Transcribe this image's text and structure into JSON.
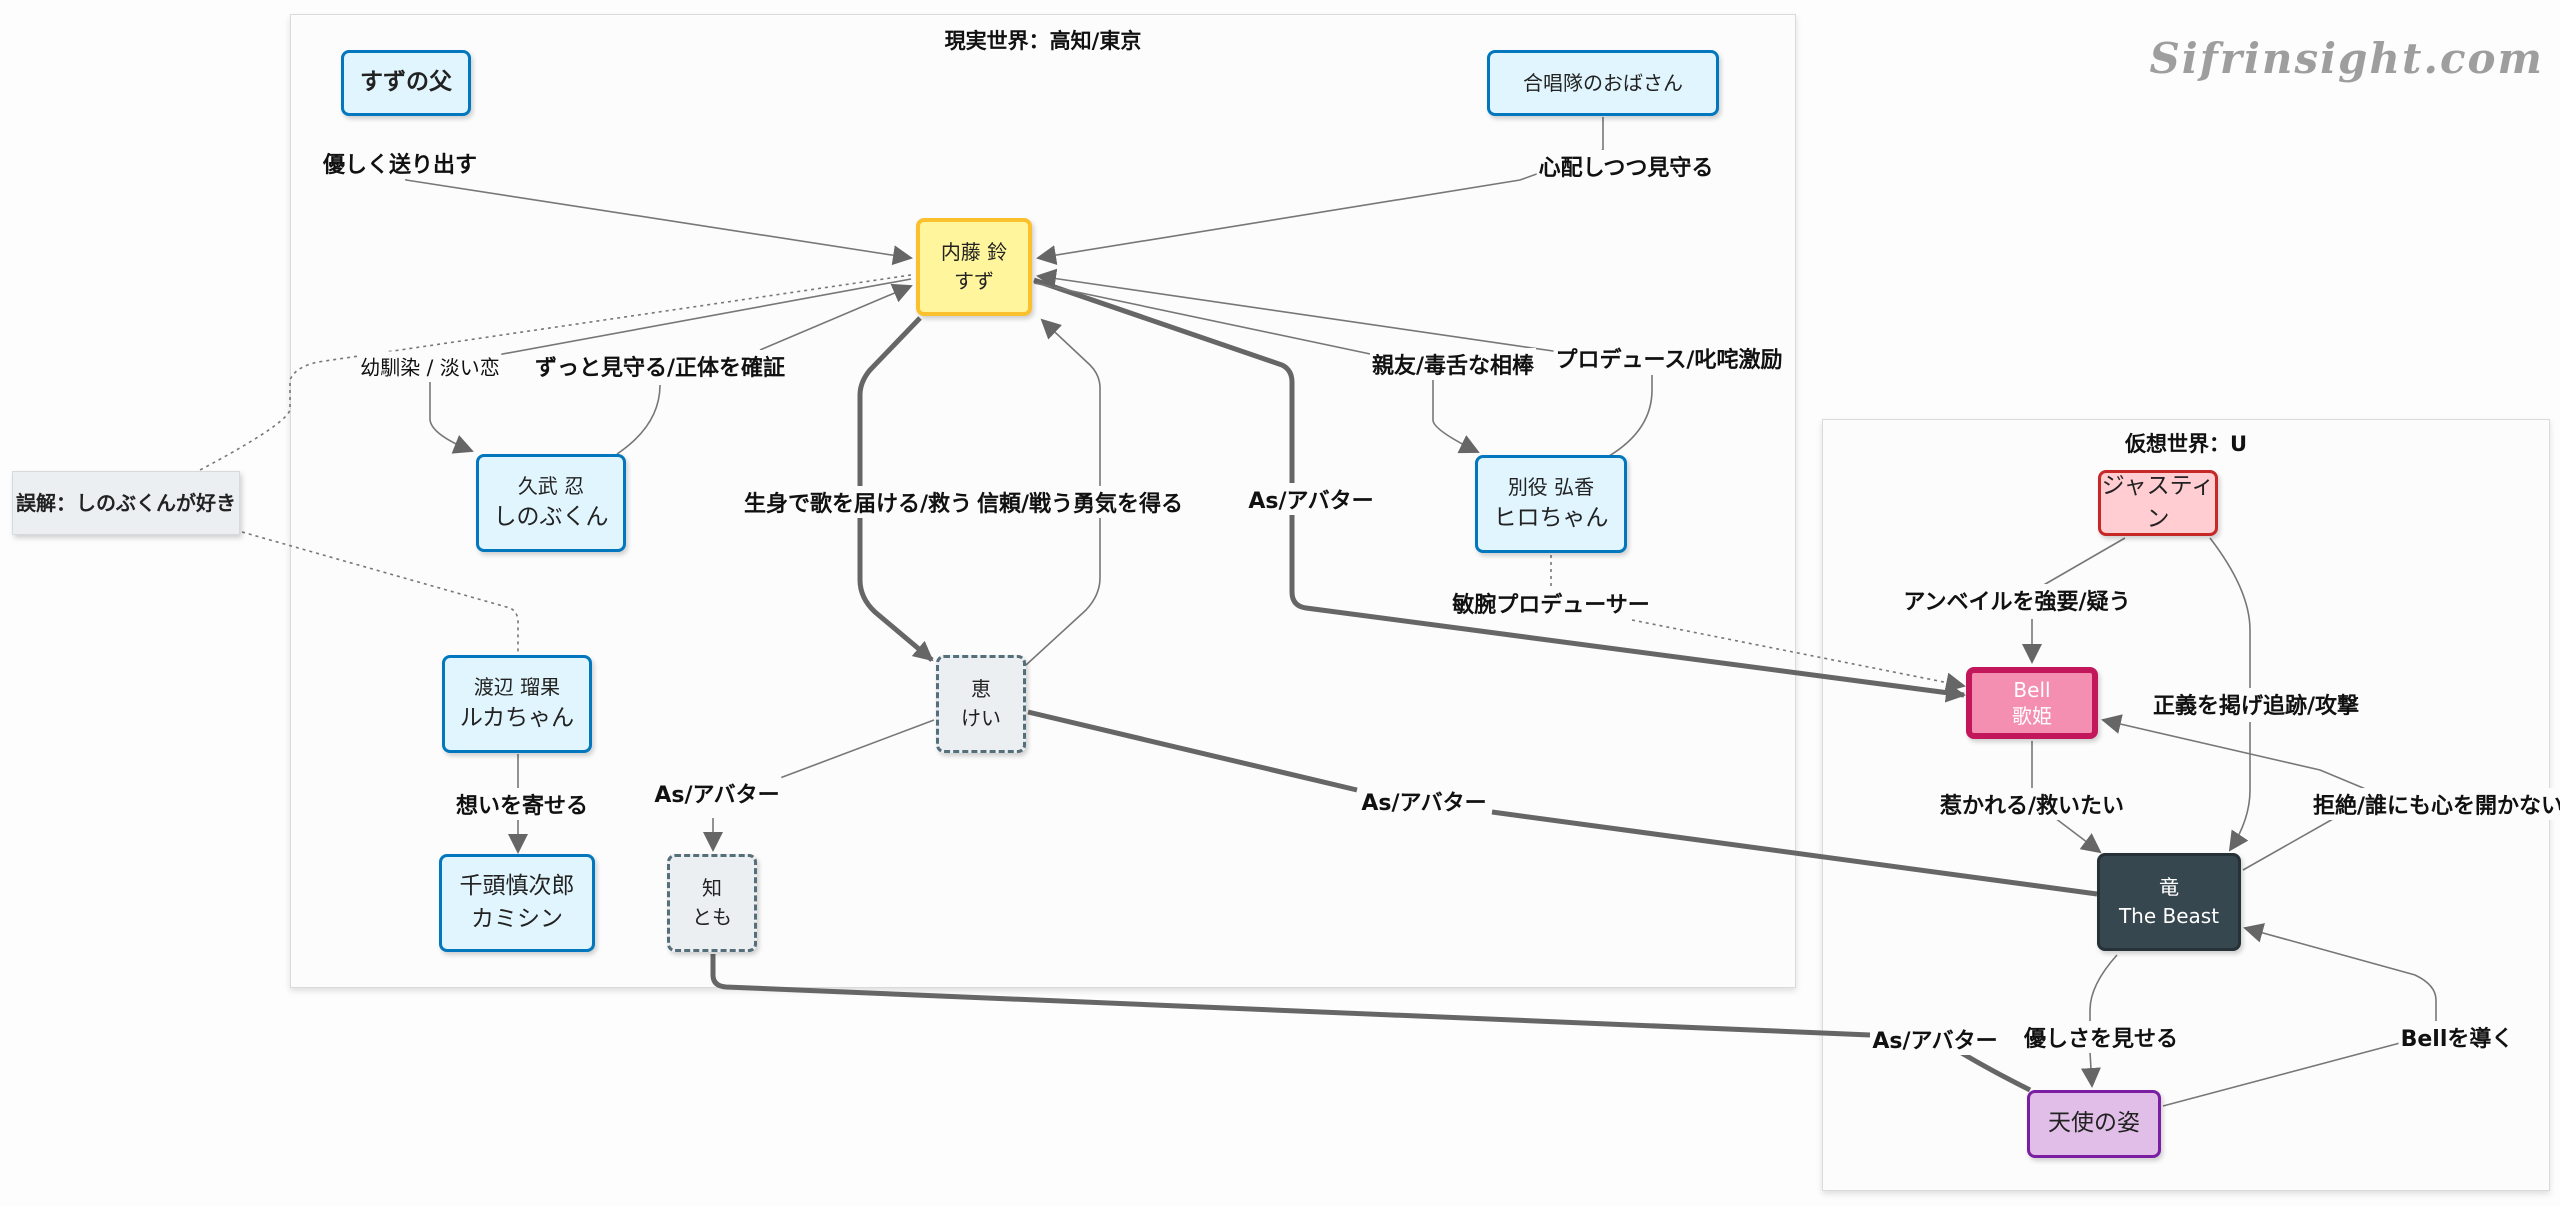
{
  "logo": "Sifrinsight.com",
  "clusters": {
    "real": {
      "title": "現実世界：高知/東京"
    },
    "virtual": {
      "title": "仮想世界：U"
    }
  },
  "nodes": {
    "suzu": {
      "line1": "内藤 鈴",
      "line2": "すず",
      "style": "main-character",
      "color": "#fff59d"
    },
    "father": {
      "line1": "すずの父",
      "style": "family",
      "color": "#e1f5fe"
    },
    "choir": {
      "line1": "合唱隊のおばさん",
      "style": "supporting",
      "color": "#e1f5fe"
    },
    "shinobu": {
      "line1": "久武 忍",
      "line2": "しのぶくん",
      "style": "supporting",
      "color": "#e1f5fe"
    },
    "hiro": {
      "line1": "別役 弘香",
      "line2": "ヒロちゃん",
      "style": "supporting",
      "color": "#e1f5fe"
    },
    "ruka": {
      "line1": "渡辺 瑠果",
      "line2": "ルカちゃん",
      "style": "supporting",
      "color": "#e1f5fe"
    },
    "kamishin": {
      "line1": "千頭慎次郎",
      "line2": "カミシン",
      "style": "supporting",
      "color": "#e1f5fe"
    },
    "kei": {
      "line1": "恵",
      "line2": "けい",
      "style": "dashed",
      "color": "#eceff1"
    },
    "tomo": {
      "line1": "知",
      "line2": "とも",
      "style": "dashed",
      "color": "#eceff1"
    },
    "misunderstanding": {
      "line1": "誤解：しのぶくんが好き",
      "style": "note",
      "color": "#eceff1"
    },
    "justin": {
      "line1": "ジャスティン",
      "style": "antagonist",
      "color": "#ffcdd2"
    },
    "bell": {
      "line1": "Bell",
      "line2": "歌姫",
      "style": "avatar-main",
      "color": "#f48fb1"
    },
    "beast": {
      "line1": "竜",
      "line2": "The Beast",
      "style": "avatar-dark",
      "color": "#37474f"
    },
    "angel": {
      "line1": "天使の姿",
      "style": "avatar",
      "color": "#e1bee7"
    }
  },
  "edges": [
    {
      "id": "father-suzu",
      "from": "father",
      "to": "suzu",
      "label": "優しく送り出す",
      "style": "normal"
    },
    {
      "id": "choir-suzu",
      "from": "choir",
      "to": "suzu",
      "label": "心配しつつ見守る",
      "style": "normal"
    },
    {
      "id": "suzu-shinobu",
      "from": "suzu",
      "to": "shinobu",
      "label": "幼馴染 / 淡い恋",
      "style": "normal"
    },
    {
      "id": "shinobu-suzu",
      "from": "shinobu",
      "to": "suzu",
      "label": "ずっと見守る/正体を確証",
      "style": "normal"
    },
    {
      "id": "suzu-misunderstanding",
      "from": "suzu",
      "to": "misunderstanding",
      "label": "",
      "style": "dotted"
    },
    {
      "id": "misunderstanding-ruka",
      "from": "misunderstanding",
      "to": "ruka",
      "label": "",
      "style": "dotted"
    },
    {
      "id": "suzu-kei",
      "from": "suzu",
      "to": "kei",
      "label": "生身で歌を届ける/救う",
      "style": "thick"
    },
    {
      "id": "kei-suzu",
      "from": "kei",
      "to": "suzu",
      "label": "信頼/戦う勇気を得る",
      "style": "normal"
    },
    {
      "id": "suzu-bell",
      "from": "suzu",
      "to": "bell",
      "label": "As/アバター",
      "style": "thick"
    },
    {
      "id": "suzu-hiro",
      "from": "suzu",
      "to": "hiro",
      "label": "親友/毒舌な相棒",
      "style": "normal"
    },
    {
      "id": "hiro-suzu",
      "from": "hiro",
      "to": "suzu",
      "label": "プロデュース/叱咤激励",
      "style": "normal"
    },
    {
      "id": "hiro-bell",
      "from": "hiro",
      "to": "bell",
      "label": "敏腕プロデューサー",
      "style": "dotted"
    },
    {
      "id": "ruka-kamishin",
      "from": "ruka",
      "to": "kamishin",
      "label": "想いを寄せる",
      "style": "normal"
    },
    {
      "id": "kei-tomo",
      "from": "kei",
      "to": "tomo",
      "label": "As/アバター",
      "style": "normal"
    },
    {
      "id": "kei-beast",
      "from": "kei",
      "to": "beast",
      "label": "As/アバター",
      "style": "thick"
    },
    {
      "id": "tomo-angel",
      "from": "tomo",
      "to": "angel",
      "label": "As/アバター",
      "style": "thick"
    },
    {
      "id": "justin-bell",
      "from": "justin",
      "to": "bell",
      "label": "アンベイルを強要/疑う",
      "style": "normal"
    },
    {
      "id": "justin-beast",
      "from": "justin",
      "to": "beast",
      "label": "正義を掲げ追跡/攻撃",
      "style": "normal"
    },
    {
      "id": "bell-beast",
      "from": "bell",
      "to": "beast",
      "label": "惹かれる/救いたい",
      "style": "normal"
    },
    {
      "id": "beast-bell",
      "from": "beast",
      "to": "bell",
      "label": "拒絶/誰にも心を開かない",
      "style": "normal"
    },
    {
      "id": "beast-angel",
      "from": "beast",
      "to": "angel",
      "label": "優しさを見せる",
      "style": "normal"
    },
    {
      "id": "angel-beast",
      "from": "angel",
      "to": "beast",
      "label": "Bellを導く",
      "style": "normal"
    }
  ]
}
